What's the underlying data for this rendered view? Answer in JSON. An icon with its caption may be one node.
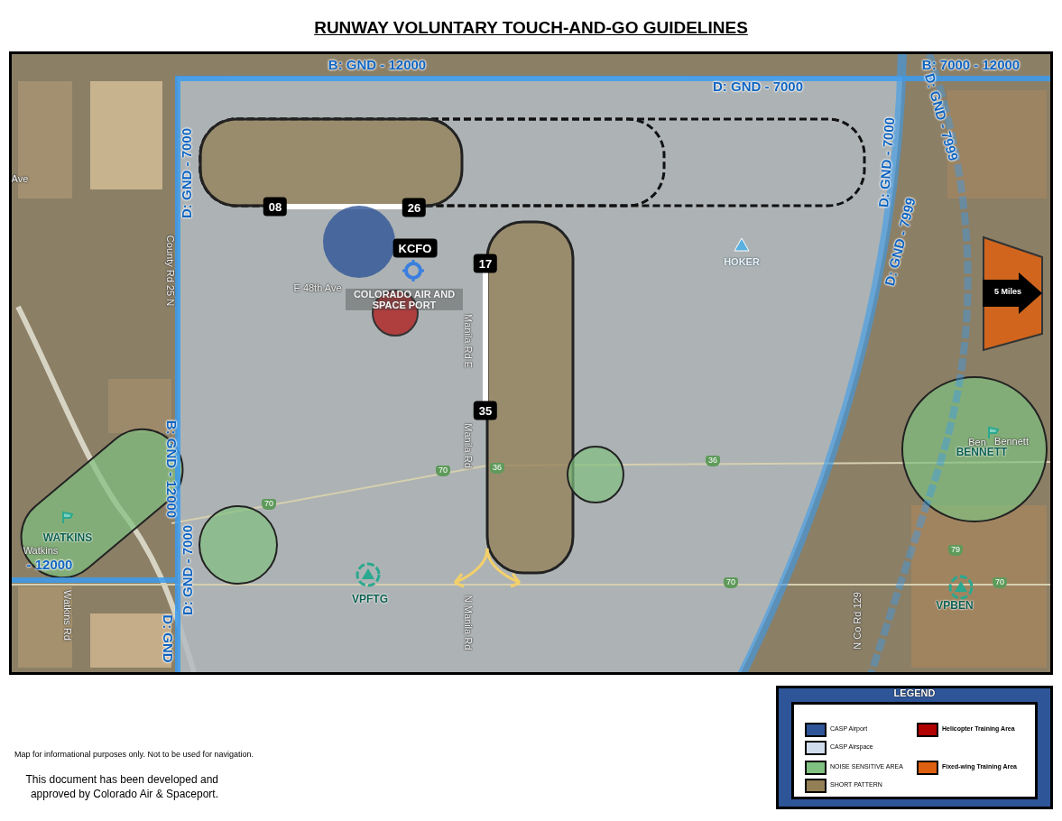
{
  "diagram": {
    "title": "RUNWAY VOLUNTARY TOUCH-AND-GO GUIDELINES",
    "nodes": [
      {
        "text": [
          "08"
        ]
      },
      {
        "text": [
          "26"
        ]
      },
      {
        "text": [
          "KCFO"
        ]
      },
      {
        "text": [
          "17"
        ]
      },
      {
        "text": [
          "35"
        ]
      },
      {
        "text": [
          "5 Miles"
        ]
      }
    ],
    "labels": [
      "B: GND - 12000",
      "B: 7000 - 12000",
      "D: GND - 7000",
      "D: GND - 7000",
      "Ave",
      "County Rd 25 N",
      "E 48th Ave",
      "COLORADO AIR AND SPACE PORT",
      "Manila Rd E",
      "HOKER",
      "D: GND - 7000",
      "D: GND - 7999",
      "D: GND - 7999",
      "B: GND - 12000",
      "Manila Rd",
      "70",
      "36",
      "70",
      "36",
      "Ben",
      "Bennett",
      "BENNETT",
      "WATKINS",
      "Watkins",
      "- 12000",
      "79",
      "70",
      "70",
      "VPFTG",
      "D: GND - 7000",
      "VPBEN",
      "Watkins Rd",
      "D: GND",
      "N Manila Rd",
      "N Co Rd 129",
      "Map for informational purposes only. Not to be used for navigation.",
      "This document has been developed and approved by Colorado Air & Spaceport.",
      "LEGEND"
    ],
    "legend": [
      {
        "text": "CASP Airport",
        "color": "#2e5597"
      },
      {
        "text": "CASP Airspace",
        "color": "#cfdcec"
      },
      {
        "text": "NOISE SENSITIVE AREA",
        "color": "#80c080"
      },
      {
        "text": "SHORT PATTERN",
        "color": "#937f55"
      },
      {
        "text": "Helicopter Training Area",
        "color": "#b00000"
      },
      {
        "text": "Fixed-wing Training Area",
        "color": "#dd6010"
      }
    ]
  }
}
